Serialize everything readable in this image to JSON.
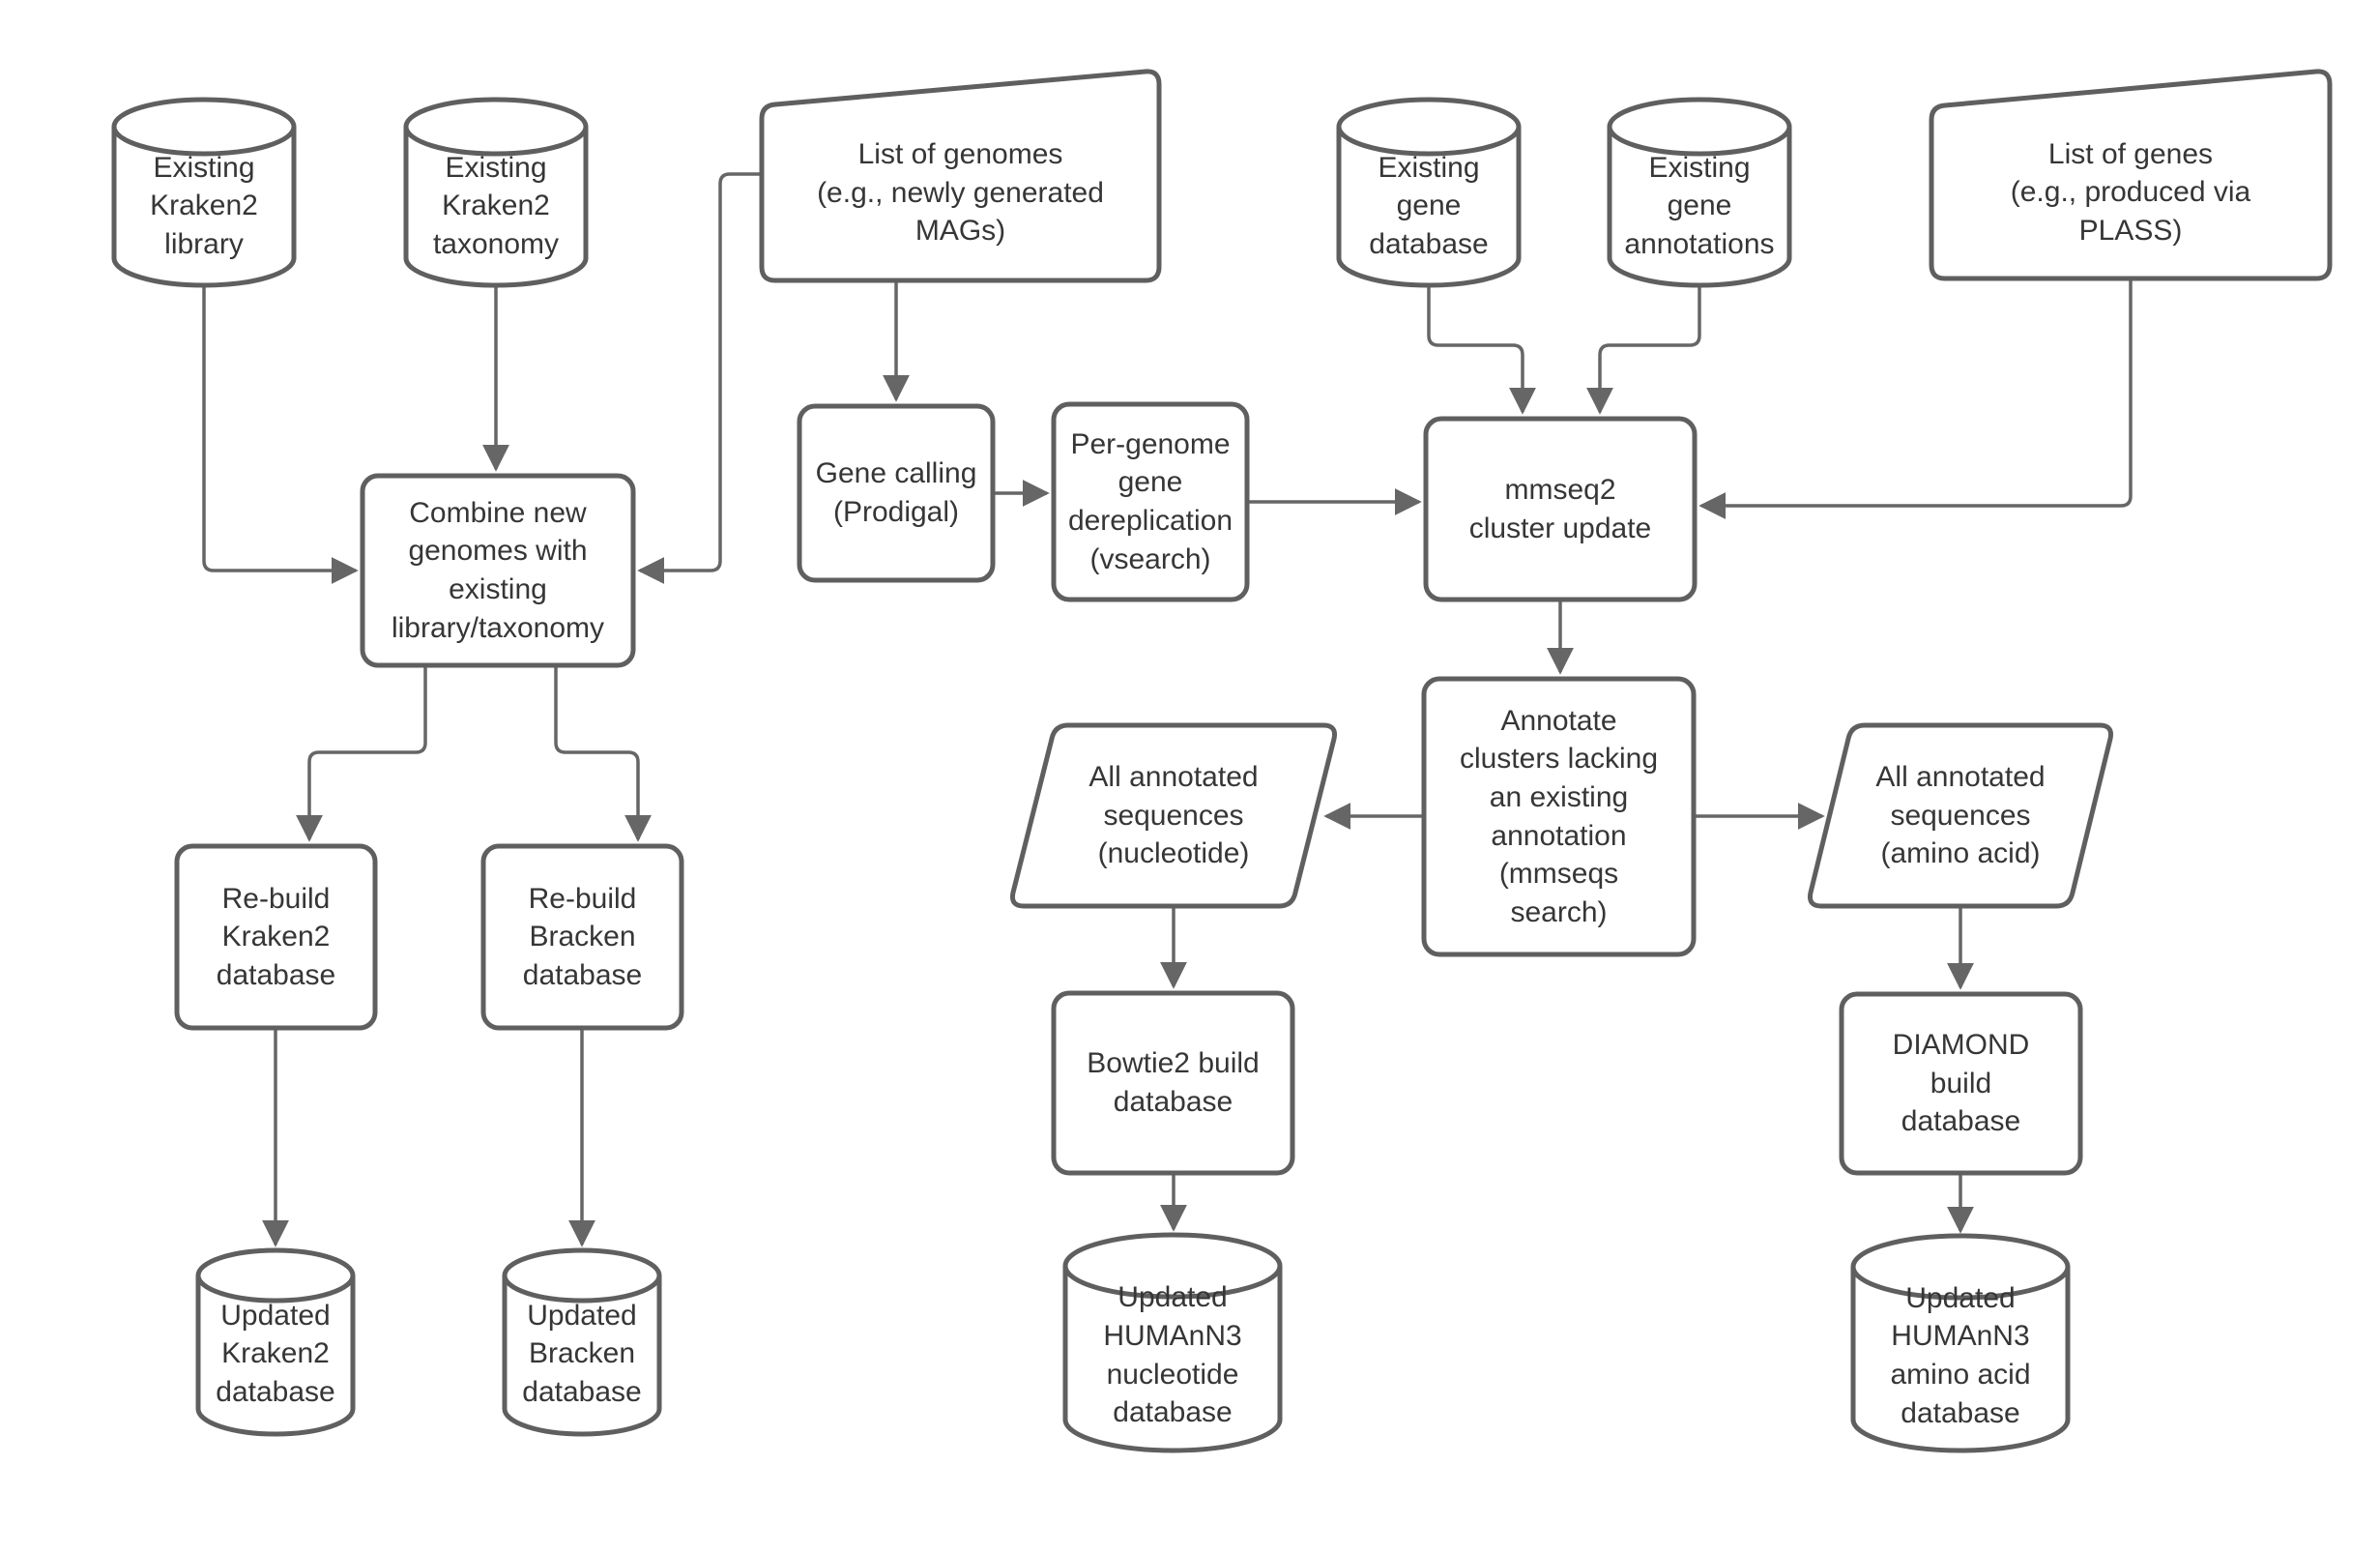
{
  "diagram": {
    "type": "flowchart",
    "colors": {
      "shape_stroke": "#5f5f5f",
      "edge_stroke": "#666666",
      "text": "#363636",
      "background": "#ffffff"
    },
    "nodes": {
      "existing_kraken2_library": {
        "shape": "cylinder",
        "label": "Existing\nKraken2\nlibrary"
      },
      "existing_kraken2_taxonomy": {
        "shape": "cylinder",
        "label": "Existing\nKraken2\ntaxonomy"
      },
      "list_of_genomes": {
        "shape": "manual-input",
        "label": "List of genomes\n(e.g., newly generated\nMAGs)"
      },
      "existing_gene_database": {
        "shape": "cylinder",
        "label": "Existing\ngene\ndatabase"
      },
      "existing_gene_annotations": {
        "shape": "cylinder",
        "label": "Existing\ngene\nannotations"
      },
      "list_of_genes": {
        "shape": "manual-input",
        "label": "List of genes\n(e.g., produced via\nPLASS)"
      },
      "combine_new_genomes": {
        "shape": "process",
        "label": "Combine new\ngenomes with\nexisting\nlibrary/taxonomy"
      },
      "gene_calling": {
        "shape": "process",
        "label": "Gene calling\n(Prodigal)"
      },
      "per_genome_dereplication": {
        "shape": "process",
        "label": "Per-genome\ngene\ndereplication\n(vsearch)"
      },
      "mmseq2_cluster_update": {
        "shape": "process",
        "label": "mmseq2\ncluster update"
      },
      "annotate_clusters": {
        "shape": "process",
        "label": "Annotate\nclusters lacking\nan existing\nannotation\n(mmseqs\nsearch)"
      },
      "all_annotated_nucleotide": {
        "shape": "parallelogram",
        "label": "All annotated\nsequences\n(nucleotide)"
      },
      "all_annotated_amino": {
        "shape": "parallelogram",
        "label": "All annotated\nsequences\n(amino acid)"
      },
      "rebuild_kraken2": {
        "shape": "process",
        "label": "Re-build\nKraken2\ndatabase"
      },
      "rebuild_bracken": {
        "shape": "process",
        "label": "Re-build\nBracken\ndatabase"
      },
      "bowtie2_build": {
        "shape": "process",
        "label": "Bowtie2 build\ndatabase"
      },
      "diamond_build": {
        "shape": "process",
        "label": "DIAMOND\nbuild\ndatabase"
      },
      "updated_kraken2": {
        "shape": "cylinder",
        "label": "Updated\nKraken2\ndatabase"
      },
      "updated_bracken": {
        "shape": "cylinder",
        "label": "Updated\nBracken\ndatabase"
      },
      "updated_humann3_nucleotide": {
        "shape": "cylinder",
        "label": "Updated\nHUMAnN3\nnucleotide\ndatabase"
      },
      "updated_humann3_amino": {
        "shape": "cylinder",
        "label": "Updated\nHUMAnN3\namino acid\ndatabase"
      }
    },
    "edges": [
      {
        "from": "existing_kraken2_library",
        "to": "combine_new_genomes"
      },
      {
        "from": "existing_kraken2_taxonomy",
        "to": "combine_new_genomes"
      },
      {
        "from": "list_of_genomes",
        "to": "combine_new_genomes"
      },
      {
        "from": "list_of_genomes",
        "to": "gene_calling"
      },
      {
        "from": "gene_calling",
        "to": "per_genome_dereplication"
      },
      {
        "from": "per_genome_dereplication",
        "to": "mmseq2_cluster_update"
      },
      {
        "from": "existing_gene_database",
        "to": "mmseq2_cluster_update"
      },
      {
        "from": "existing_gene_annotations",
        "to": "mmseq2_cluster_update"
      },
      {
        "from": "list_of_genes",
        "to": "mmseq2_cluster_update"
      },
      {
        "from": "mmseq2_cluster_update",
        "to": "annotate_clusters"
      },
      {
        "from": "annotate_clusters",
        "to": "all_annotated_nucleotide"
      },
      {
        "from": "annotate_clusters",
        "to": "all_annotated_amino"
      },
      {
        "from": "all_annotated_nucleotide",
        "to": "bowtie2_build"
      },
      {
        "from": "all_annotated_amino",
        "to": "diamond_build"
      },
      {
        "from": "bowtie2_build",
        "to": "updated_humann3_nucleotide"
      },
      {
        "from": "diamond_build",
        "to": "updated_humann3_amino"
      },
      {
        "from": "combine_new_genomes",
        "to": "rebuild_kraken2"
      },
      {
        "from": "combine_new_genomes",
        "to": "rebuild_bracken"
      },
      {
        "from": "rebuild_kraken2",
        "to": "updated_kraken2"
      },
      {
        "from": "rebuild_bracken",
        "to": "updated_bracken"
      }
    ]
  }
}
